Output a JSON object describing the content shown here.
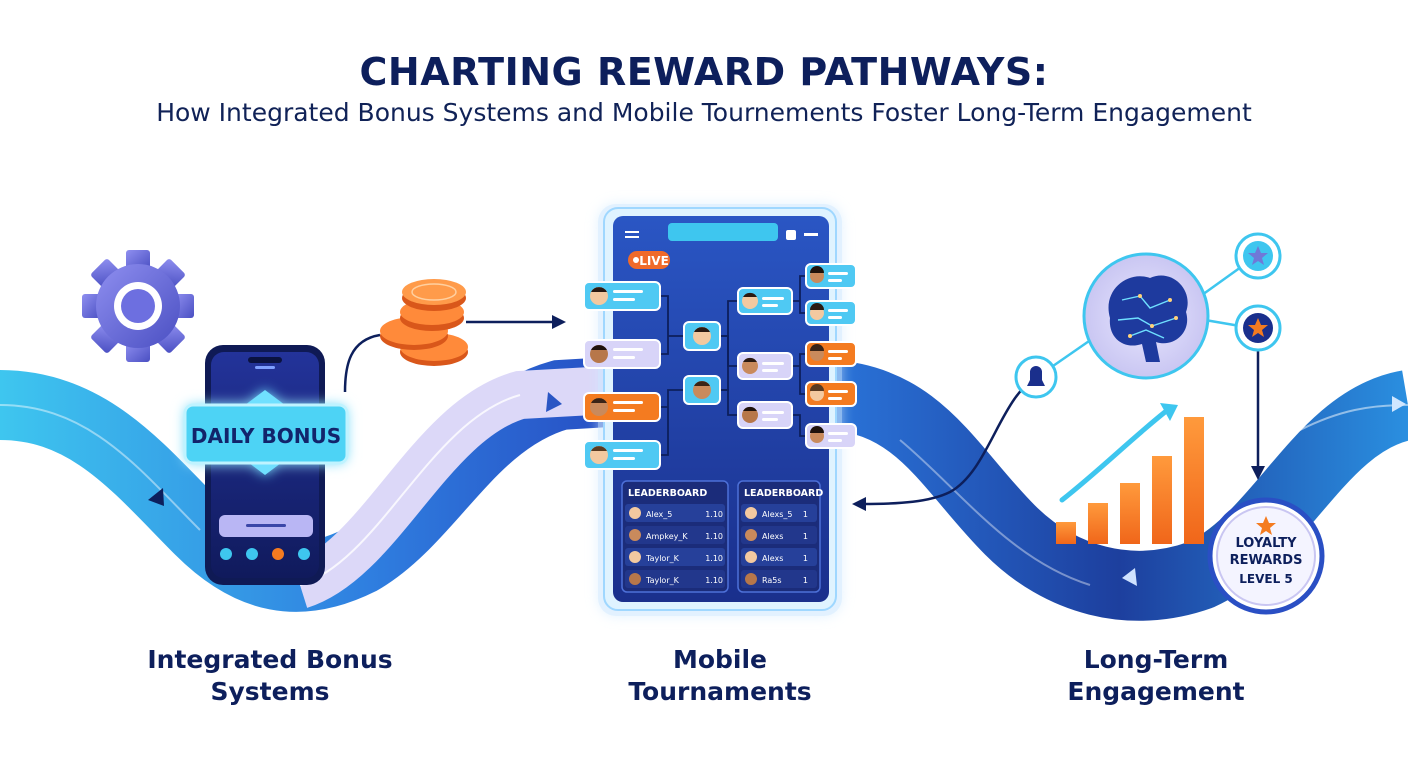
{
  "header": {
    "title": "CHARTING REWARD PATHWAYS:",
    "subtitle": "How Integrated Bonus Systems and Mobile Tournements Foster Long-Term Engagement"
  },
  "bonus": {
    "banner": "DAILY BONUS",
    "caption_line1": "Integrated Bonus",
    "caption_line2": "Systems"
  },
  "tournament": {
    "live_badge": "LIVE",
    "leaderboard_left_title": "LEADERBOARD",
    "leaderboard_right_title": "LEADERBOARD",
    "left_rows": [
      {
        "name": "Alex_5",
        "score": "1.10"
      },
      {
        "name": "Ampkey_K",
        "score": "1.10"
      },
      {
        "name": "Taylor_K",
        "score": "1.10"
      },
      {
        "name": "Taylor_K",
        "score": "1.10"
      }
    ],
    "right_rows": [
      {
        "name": "Alexs_5",
        "score": "1"
      },
      {
        "name": "Alexs",
        "score": "1"
      },
      {
        "name": "Alexs",
        "score": "1"
      },
      {
        "name": "Ra5s",
        "score": "1"
      }
    ],
    "caption_line1": "Mobile",
    "caption_line2": "Tournaments"
  },
  "engagement": {
    "badge_line1": "LOYALTY",
    "badge_line2": "REWARDS",
    "badge_line3": "LEVEL 5",
    "caption_line1": "Long-Term",
    "caption_line2": "Engagement"
  },
  "colors": {
    "navy": "#0d1f5c",
    "cyan": "#3ec6ef",
    "orange": "#f47b20",
    "lavender": "#d9d6f7",
    "path_blue": "#2a6fd6"
  }
}
